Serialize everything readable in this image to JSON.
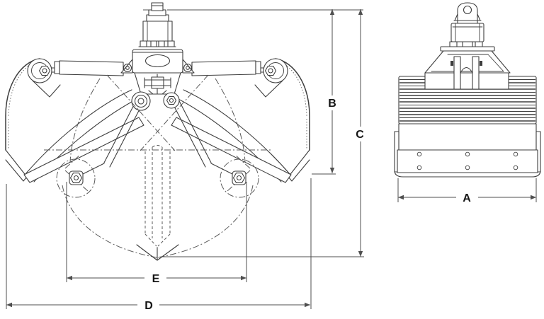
{
  "drawing": {
    "dimension_labels": {
      "A": "A",
      "B": "B",
      "C": "C",
      "D": "D",
      "E": "E"
    },
    "colors": {
      "line": "#3e3e3e",
      "hidden_line": "#5a5a5a",
      "dimension_line": "#4f4f4f",
      "label_text": "#141414",
      "background": "#ffffff"
    }
  }
}
